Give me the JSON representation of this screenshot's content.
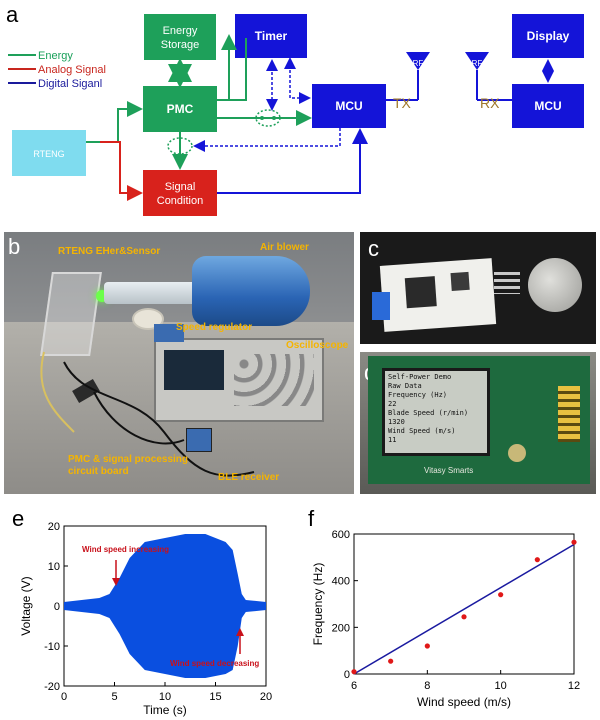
{
  "panel_labels": {
    "a": "a",
    "b": "b",
    "c": "c",
    "d": "d",
    "e": "e",
    "f": "f"
  },
  "diagram": {
    "legend": [
      {
        "label": "Energy",
        "color": "#1aa05a"
      },
      {
        "label": "Analog Signal",
        "color": "#c8261e"
      },
      {
        "label": "Digital  Siganl",
        "color": "#1a1a9c"
      }
    ],
    "blocks": {
      "energy_storage": "Energy Storage",
      "timer": "Timer",
      "pmc": "PMC",
      "mcu_tx": "MCU",
      "rf_tx": "RF",
      "tx": "TX",
      "rf_rx": "RF",
      "rx": "RX",
      "display": "Display",
      "mcu_rx": "MCU",
      "source": "RTENG",
      "signal_condition": "Signal Condition"
    },
    "colors": {
      "green": "#1ea05a",
      "blue": "#1414d8",
      "red": "#d8221c",
      "cyan": "#7fdcef",
      "rxtx": "#a0782a"
    }
  },
  "photo_b": {
    "annotations": {
      "rteng": "RTENG EHer&Sensor",
      "blower": "Air blower",
      "regulator": "Speed regulator",
      "oscilloscope": "Oscilloscope",
      "pmc_board": "PMC & signal processing\ncircuit board",
      "ble": "BLE receiver"
    }
  },
  "photo_d": {
    "screen_lines": [
      "Self-Power Demo",
      "Raw Data",
      "Frequency (Hz)",
      "22",
      "Blade Speed (r/min)",
      "1320",
      "Wind Speed (m/s)",
      "11"
    ],
    "board_text": "Vitasy Smarts"
  },
  "chart_e": {
    "ylabel": "Voltage (V)",
    "xlabel": "Time (s)",
    "xticks": [
      "0",
      "5",
      "10",
      "15",
      "20"
    ],
    "yticks": [
      "-20",
      "-10",
      "0",
      "10",
      "20"
    ],
    "annot_up": "Wind speed increasing",
    "annot_down": "Wind speed decreasing"
  },
  "chart_data": [
    {
      "type": "area",
      "xlabel": "Time (s)",
      "ylabel": "Voltage (V)",
      "xlim": [
        0,
        20
      ],
      "ylim": [
        -20,
        20
      ],
      "color": "#0a4fe0",
      "envelope": {
        "x": [
          0,
          3.5,
          4.5,
          5.5,
          6.5,
          8,
          10,
          12,
          14,
          16,
          16.7,
          17.2,
          17.6,
          18,
          20
        ],
        "upper": [
          1,
          2,
          3,
          7,
          12,
          16,
          17,
          18,
          18,
          16,
          14,
          8,
          3,
          1.5,
          1
        ],
        "lower": [
          -1,
          -2,
          -3,
          -7,
          -12,
          -16,
          -17,
          -18,
          -18,
          -17,
          -16,
          -10,
          -3,
          -1.5,
          -1
        ]
      },
      "annotations": [
        {
          "text": "Wind speed increasing",
          "x": 5
        },
        {
          "text": "Wind speed decreasing",
          "x": 17.5
        }
      ]
    },
    {
      "type": "scatter",
      "xlabel": "Wind speed (m/s)",
      "ylabel": "Frequency (Hz)",
      "xlim": [
        6,
        12
      ],
      "ylim": [
        0,
        600
      ],
      "xticks": [
        6,
        8,
        10,
        12
      ],
      "yticks": [
        0,
        200,
        400,
        600
      ],
      "points": {
        "x": [
          6,
          7,
          8,
          9,
          10,
          11,
          12
        ],
        "y": [
          10,
          55,
          120,
          245,
          340,
          490,
          565
        ]
      },
      "fit": {
        "x": [
          6,
          12
        ],
        "y": [
          -10,
          555
        ]
      },
      "point_color": "#e01818",
      "line_color": "#1a1aa0"
    }
  ]
}
